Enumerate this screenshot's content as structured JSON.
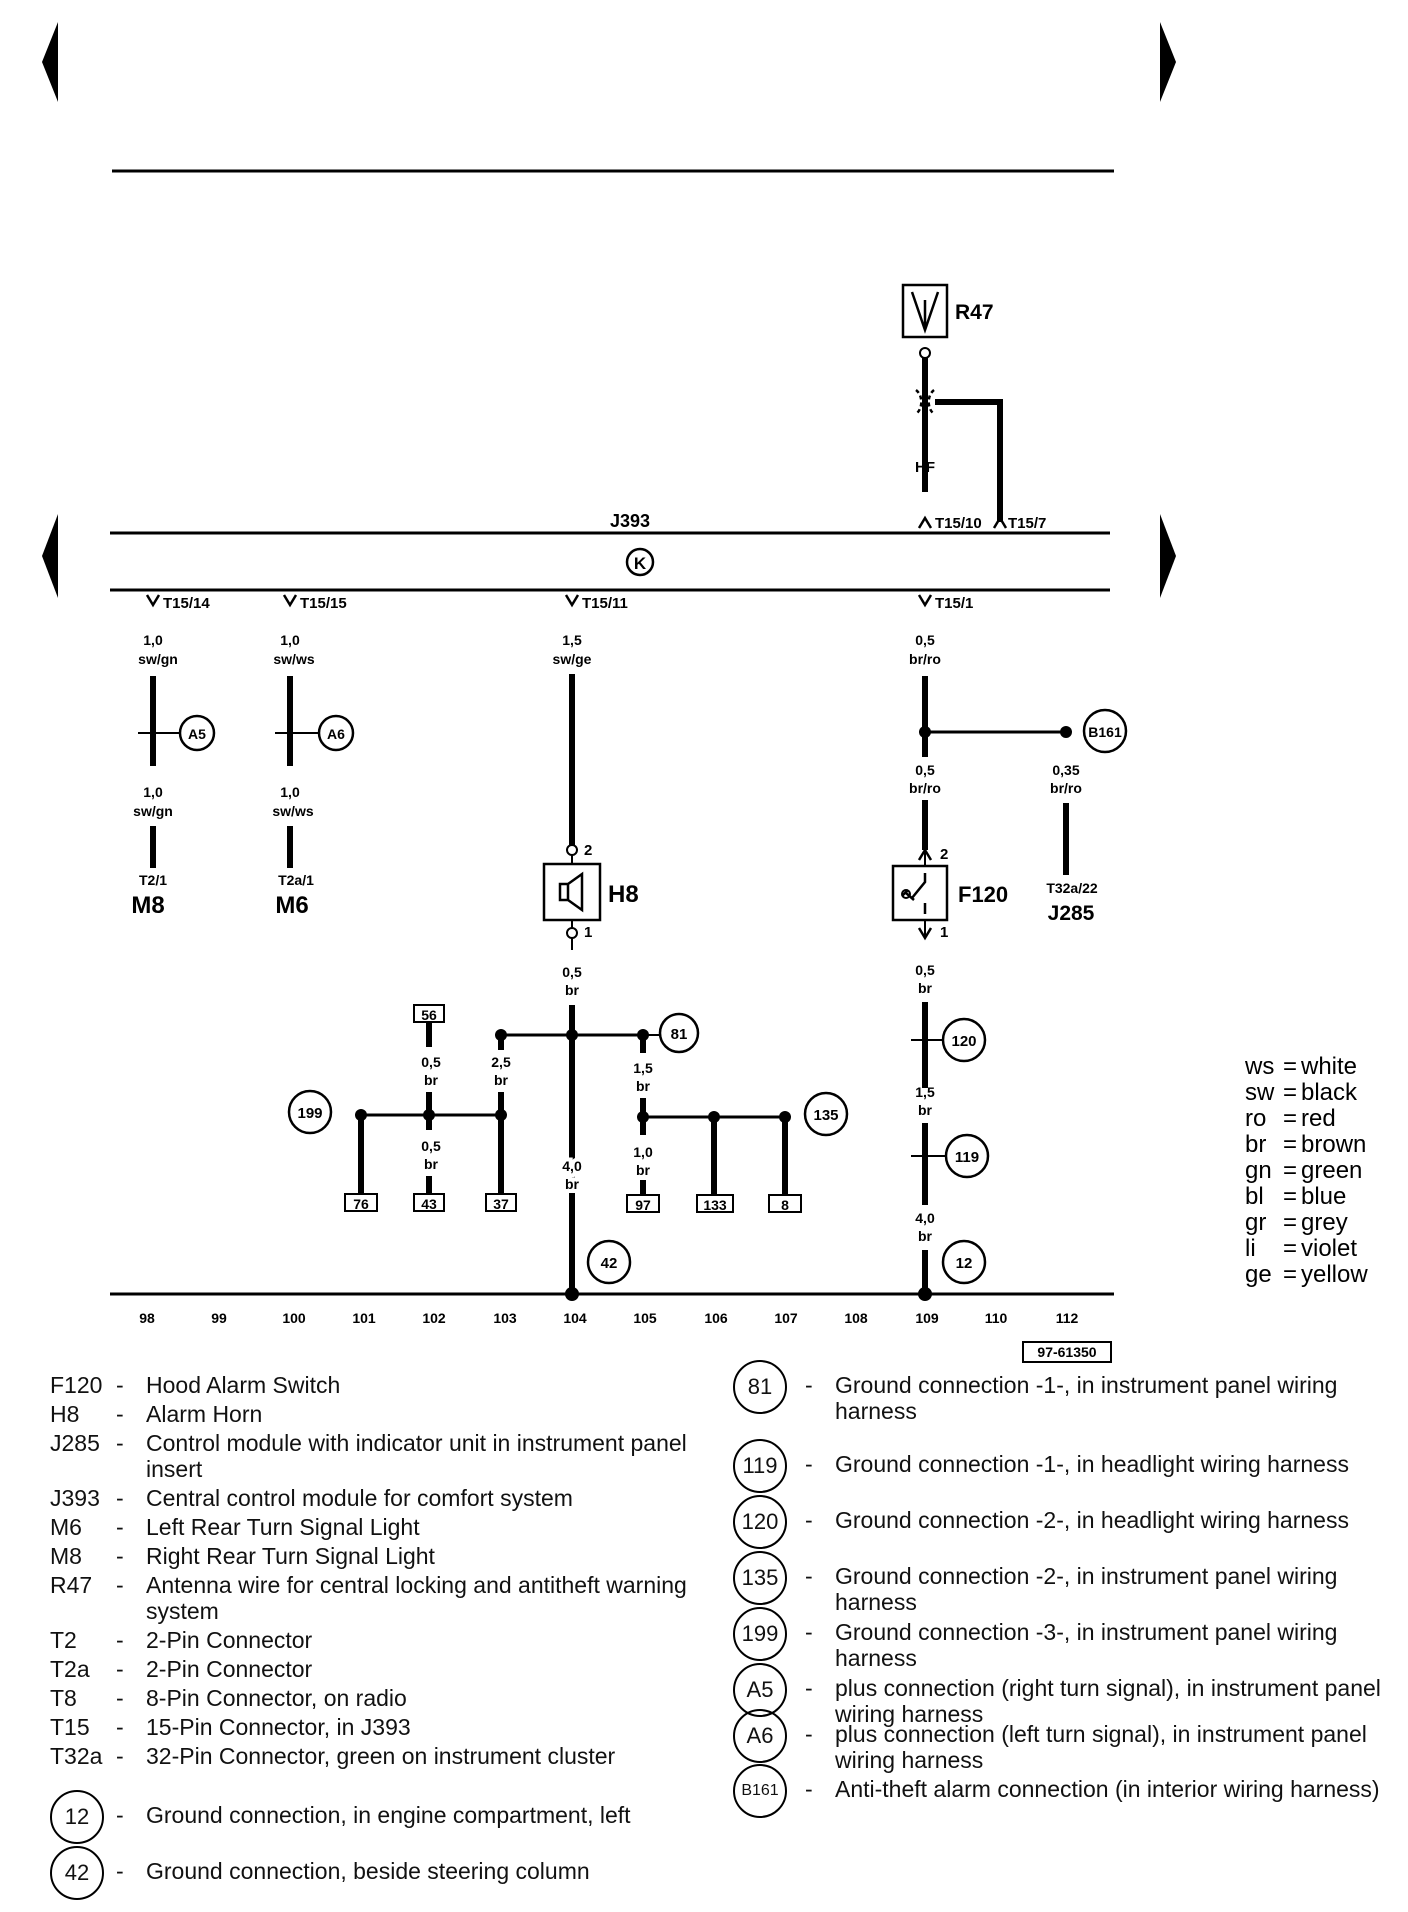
{
  "diagram": {
    "module_label": "J393",
    "connector_top": [
      "T15/10",
      "T15/7"
    ],
    "antenna": {
      "label": "R47",
      "signal": "HF"
    },
    "k_symbol": "K",
    "pins": [
      {
        "pin": "T15/14",
        "wire1": [
          "1,0",
          "sw/gn"
        ],
        "node": "A5",
        "wire2": [
          "1,0",
          "sw/gn"
        ],
        "end_pin": "T2/1",
        "end_label": "M8"
      },
      {
        "pin": "T15/15",
        "wire1": [
          "1,0",
          "sw/ws"
        ],
        "node": "A6",
        "wire2": [
          "1,0",
          "sw/ws"
        ],
        "end_pin": "T2a/1",
        "end_label": "M6"
      },
      {
        "pin": "T15/11",
        "wire1": [
          "1,5",
          "sw/ge"
        ]
      },
      {
        "pin": "T15/1",
        "wire1": [
          "0,5",
          "br/ro"
        ],
        "node": "B161",
        "wire2": [
          "0,5",
          "br/ro"
        ],
        "wire3": [
          "0,35",
          "br/ro"
        ],
        "end_pin": "T32a/22",
        "end_label": "J285"
      }
    ],
    "horn": {
      "label": "H8",
      "pin_top": "2",
      "pin_bottom": "1",
      "wire": [
        "0,5",
        "br"
      ]
    },
    "switch": {
      "label": "F120",
      "pin_top": "2",
      "pin_bottom": "1",
      "wire": [
        "0,5",
        "br"
      ]
    },
    "ground_wires": {
      "w56": [
        "0,5",
        "br"
      ],
      "w43": [
        "0,5",
        "br"
      ],
      "w37": [
        "2,5",
        "br"
      ],
      "w105": [
        "1,5",
        "br"
      ],
      "w97": [
        "1,0",
        "br"
      ],
      "w104": [
        "4,0",
        "br"
      ],
      "w109a": [
        "1,5",
        "br"
      ],
      "w109b": [
        "4,0",
        "br"
      ]
    },
    "boxes": [
      "56",
      "76",
      "43",
      "37",
      "97",
      "133",
      "8"
    ],
    "grounds": [
      "199",
      "81",
      "135",
      "42",
      "120",
      "119",
      "12"
    ],
    "scale": [
      "98",
      "99",
      "100",
      "101",
      "102",
      "103",
      "104",
      "105",
      "106",
      "107",
      "108",
      "109",
      "110",
      "112"
    ],
    "doc_number": "97-61350"
  },
  "colors": [
    {
      "ab": "ws",
      "name": "white"
    },
    {
      "ab": "sw",
      "name": "black"
    },
    {
      "ab": "ro",
      "name": "red"
    },
    {
      "ab": "br",
      "name": "brown"
    },
    {
      "ab": "gn",
      "name": "green"
    },
    {
      "ab": "bl",
      "name": "blue"
    },
    {
      "ab": "gr",
      "name": "grey"
    },
    {
      "ab": "li",
      "name": "violet"
    },
    {
      "ab": "ge",
      "name": "yellow"
    }
  ],
  "legend_left": [
    {
      "code": "F120",
      "desc": "Hood Alarm Switch"
    },
    {
      "code": "H8",
      "desc": "Alarm Horn"
    },
    {
      "code": "J285",
      "desc": "Control module with indicator unit in instrument panel insert"
    },
    {
      "code": "J393",
      "desc": "Central control module for comfort system"
    },
    {
      "code": "M6",
      "desc": "Left Rear Turn Signal Light"
    },
    {
      "code": "M8",
      "desc": "Right Rear Turn Signal Light"
    },
    {
      "code": "R47",
      "desc": "Antenna wire for central locking and antitheft warning system"
    },
    {
      "code": "T2",
      "desc": "2-Pin Connector"
    },
    {
      "code": "T2a",
      "desc": "2-Pin Connector"
    },
    {
      "code": "T8",
      "desc": "8-Pin Connector, on radio"
    },
    {
      "code": "T15",
      "desc": "15-Pin Connector, in J393"
    },
    {
      "code": "T32a",
      "desc": "32-Pin Connector, green on instrument cluster"
    },
    {
      "code": "12",
      "desc": "Ground connection, in engine compartment, left"
    },
    {
      "code": "42",
      "desc": "Ground connection, beside steering column"
    }
  ],
  "legend_right": [
    {
      "code": "81",
      "desc": "Ground connection -1-, in instrument panel wiring harness"
    },
    {
      "code": "119",
      "desc": "Ground connection -1-, in headlight wiring harness"
    },
    {
      "code": "120",
      "desc": "Ground connection -2-, in headlight wiring harness"
    },
    {
      "code": "135",
      "desc": "Ground connection -2-, in instrument panel wiring harness"
    },
    {
      "code": "199",
      "desc": "Ground connection -3-, in instrument panel wiring harness"
    },
    {
      "code": "A5",
      "desc": "plus connection (right turn signal), in instrument panel wiring harness"
    },
    {
      "code": "A6",
      "desc": "plus connection (left turn signal), in instrument panel wiring harness"
    },
    {
      "code": "B161",
      "desc": "Anti-theft alarm connection (in interior wiring harness)"
    }
  ]
}
